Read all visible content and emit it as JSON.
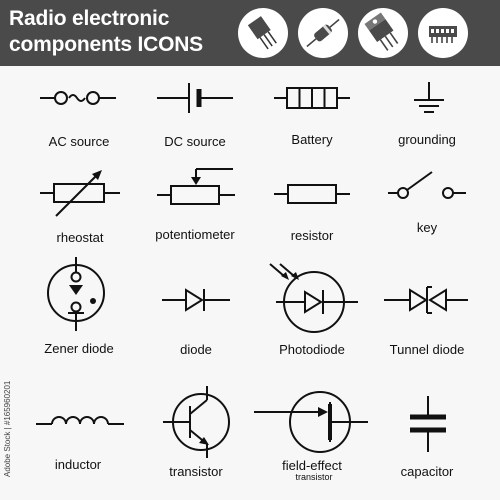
{
  "header": {
    "title_line1": "Radio electronic",
    "title_line2": "components ICONS",
    "badges": [
      "transistor-badge-icon",
      "diode-badge-icon",
      "transistor-to220-badge-icon",
      "chip-badge-icon"
    ]
  },
  "colors": {
    "header_bg": "#4a4a4a",
    "background": "#f7f7f7",
    "symbol": "#111111",
    "badge_bg": "#ffffff"
  },
  "components": {
    "ac_source": "AC source",
    "dc_source": "DC source",
    "battery": "Battery",
    "grounding": "grounding",
    "rheostat": "rheostat",
    "potentiometer": "potentiometer",
    "resistor": "resistor",
    "key": "key",
    "zener_diode": "Zener diode",
    "diode": "diode",
    "photodiode": "Photodiode",
    "tunnel_diode": "Tunnel diode",
    "inductor": "inductor",
    "transistor": "transistor",
    "field_effect": "field-effect",
    "field_effect_sub": "transistor",
    "capacitor": "capacitor"
  },
  "stock_id": "Adobe Stock | #165960201"
}
